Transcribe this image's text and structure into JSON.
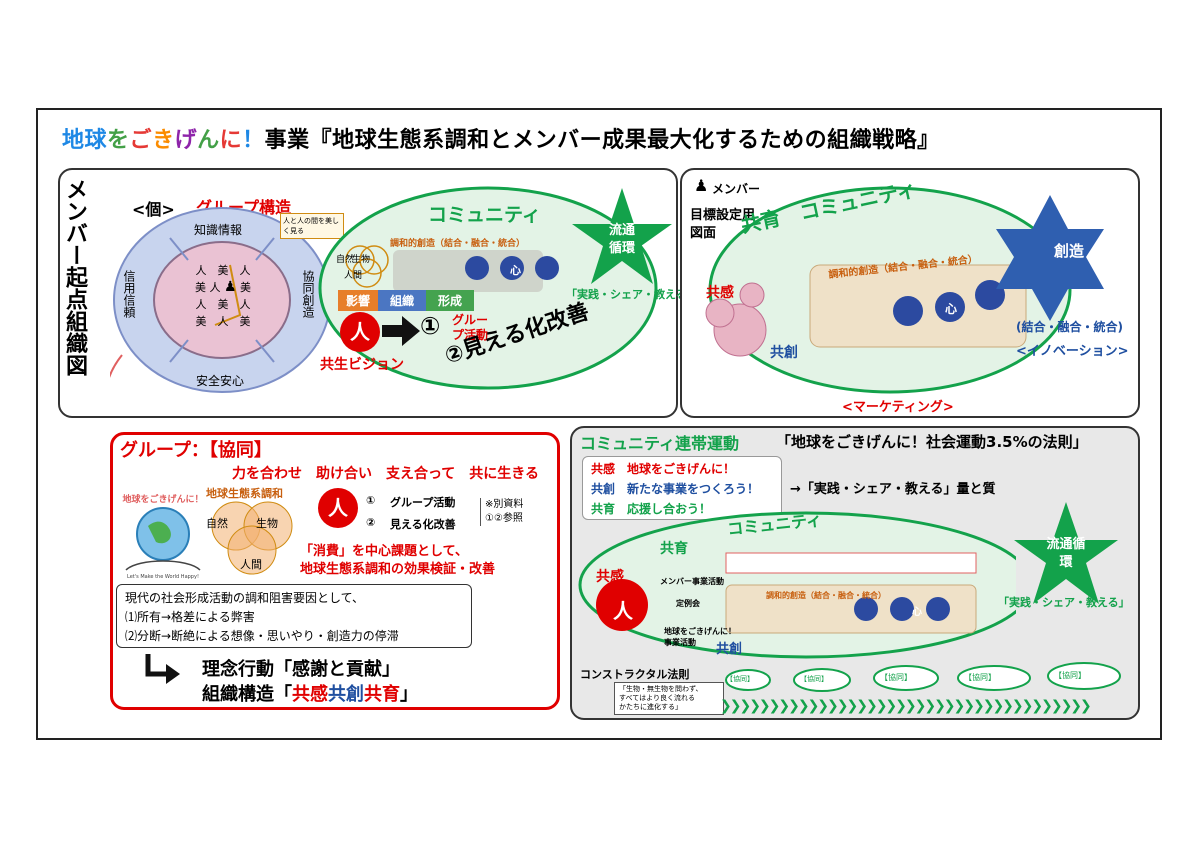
{
  "title": {
    "chars": [
      {
        "t": "地",
        "c": "#1e88e5"
      },
      {
        "t": "球",
        "c": "#1e88e5"
      },
      {
        "t": "を",
        "c": "#43a047"
      },
      {
        "t": "ご",
        "c": "#e53935"
      },
      {
        "t": "き",
        "c": "#fb8c00"
      },
      {
        "t": "げ",
        "c": "#8e24aa"
      },
      {
        "t": "ん",
        "c": "#43a047"
      },
      {
        "t": "に",
        "c": "#e53935"
      },
      {
        "t": "！",
        "c": "#1e88e5"
      }
    ],
    "rest": "事業『地球生態系調和とメンバー成果最大化するための組織戦略』"
  },
  "left_panel": {
    "vertical_title": "メンバー起点組織図",
    "individual": "<個>",
    "group_structure": "グループ構造",
    "ring_top": "知識情報",
    "ring_left": "信用信頼",
    "ring_right": "協同創造",
    "ring_bottom": "安全安心",
    "inner_jin": "人",
    "inner_bi": "美",
    "callout": "人と人の間を美しく見る",
    "venn": [
      "自然",
      "生物",
      "人間"
    ],
    "bars": [
      "影響",
      "組織",
      "形成"
    ],
    "community_label": "コミュニティ",
    "harmony": "調和的創造（結合・融合・統合）",
    "heart": "心",
    "star_text": "流通循環",
    "practice": "「実践・シェア・教える」",
    "vision_char": "人",
    "vision_label": "共生ビジョン",
    "group_activity_num": "①",
    "group_activity": "グループ活動",
    "visualize": "②見える化改善"
  },
  "right_panel": {
    "member": "メンバー",
    "goal_setting": "目標設定用",
    "diagram": "図面",
    "kyoiku_community": "共育　コミュニティ",
    "kyokan": "共感",
    "kyoso": "共創",
    "harmony": "調和的創造（結合・融合・統合）",
    "heart": "心",
    "hex_text": "創造",
    "merge": "(結合・融合・統合)",
    "innovation": "<イノベーション>",
    "marketing": "<マーケティング>"
  },
  "group_panel": {
    "header": "グループ：【協同】",
    "slogan": "力を合わせ　助け合い　支え合って　共に生きる",
    "eco_title": "地球生態系調和",
    "venn": [
      "自然",
      "生物",
      "人間"
    ],
    "globe_text": "地球をごきげんに！",
    "globe_sub": "Let's Make the World Happy!",
    "jin": "人",
    "item1_num": "①",
    "item1": "グループ活動",
    "item2_num": "②",
    "item2": "見える化改善",
    "note_line1": "※別資料",
    "note_line2": "①②参照",
    "consume_line1": "「消費」を中心課題として、",
    "consume_line2": "地球生態系調和の効果検証・改善",
    "box_line1": "現代の社会形成活動の調和阻害要因として、",
    "box_line2": "⑴所有→格差による弊害",
    "box_line3": "⑵分断→断絶による想像・思いやり・創造力の停滞",
    "philosophy": "理念行動「感謝と貢献」",
    "structure_prefix": "組織構造「",
    "kyokan": "共感",
    "kyoso": "共創",
    "kyoiku": "共育",
    "structure_suffix": "」"
  },
  "community_panel": {
    "header": "コミュニティ連帯運動",
    "movement": "「地球をごきげんに！社会運動3.5%の法則」",
    "row1_key": "共感",
    "row1_val": "地球をごきげんに！",
    "row2_key": "共創",
    "row2_val": "新たな事業をつくろう！",
    "row3_key": "共育",
    "row3_val": "応援し合おう！",
    "arrow_text": "→「実践・シェア・教える」量と質",
    "kyoiku_community": "共育",
    "community": "コミュニティ",
    "kyokan": "共感",
    "jin": "人",
    "member_activity": "メンバー事業活動",
    "meeting": "定例会",
    "earth_activity_1": "地球をごきげんに！",
    "earth_activity_2": "事業活動",
    "kyoso": "共創",
    "harmony": "調和的創造（結合・融合・統合）",
    "heart": "心",
    "star_text": "流通循環",
    "practice": "「実践・シェア・教える」",
    "constructal": "コンストラクタル法則",
    "constructal_quote_1": "「生物・無生物を問わず、",
    "constructal_quote_2": "すべてはより良く流れる",
    "constructal_quote_3": "かたちに進化する」",
    "chain_labels": [
      "【協同】",
      "【協同】",
      "【協同】",
      "【協同】",
      "【協同】"
    ]
  },
  "colors": {
    "green": "#13a24b",
    "red": "#e00000",
    "blue": "#1f4fa0",
    "pink": "#e8b4c4",
    "orange_venn": "#f3b071"
  }
}
